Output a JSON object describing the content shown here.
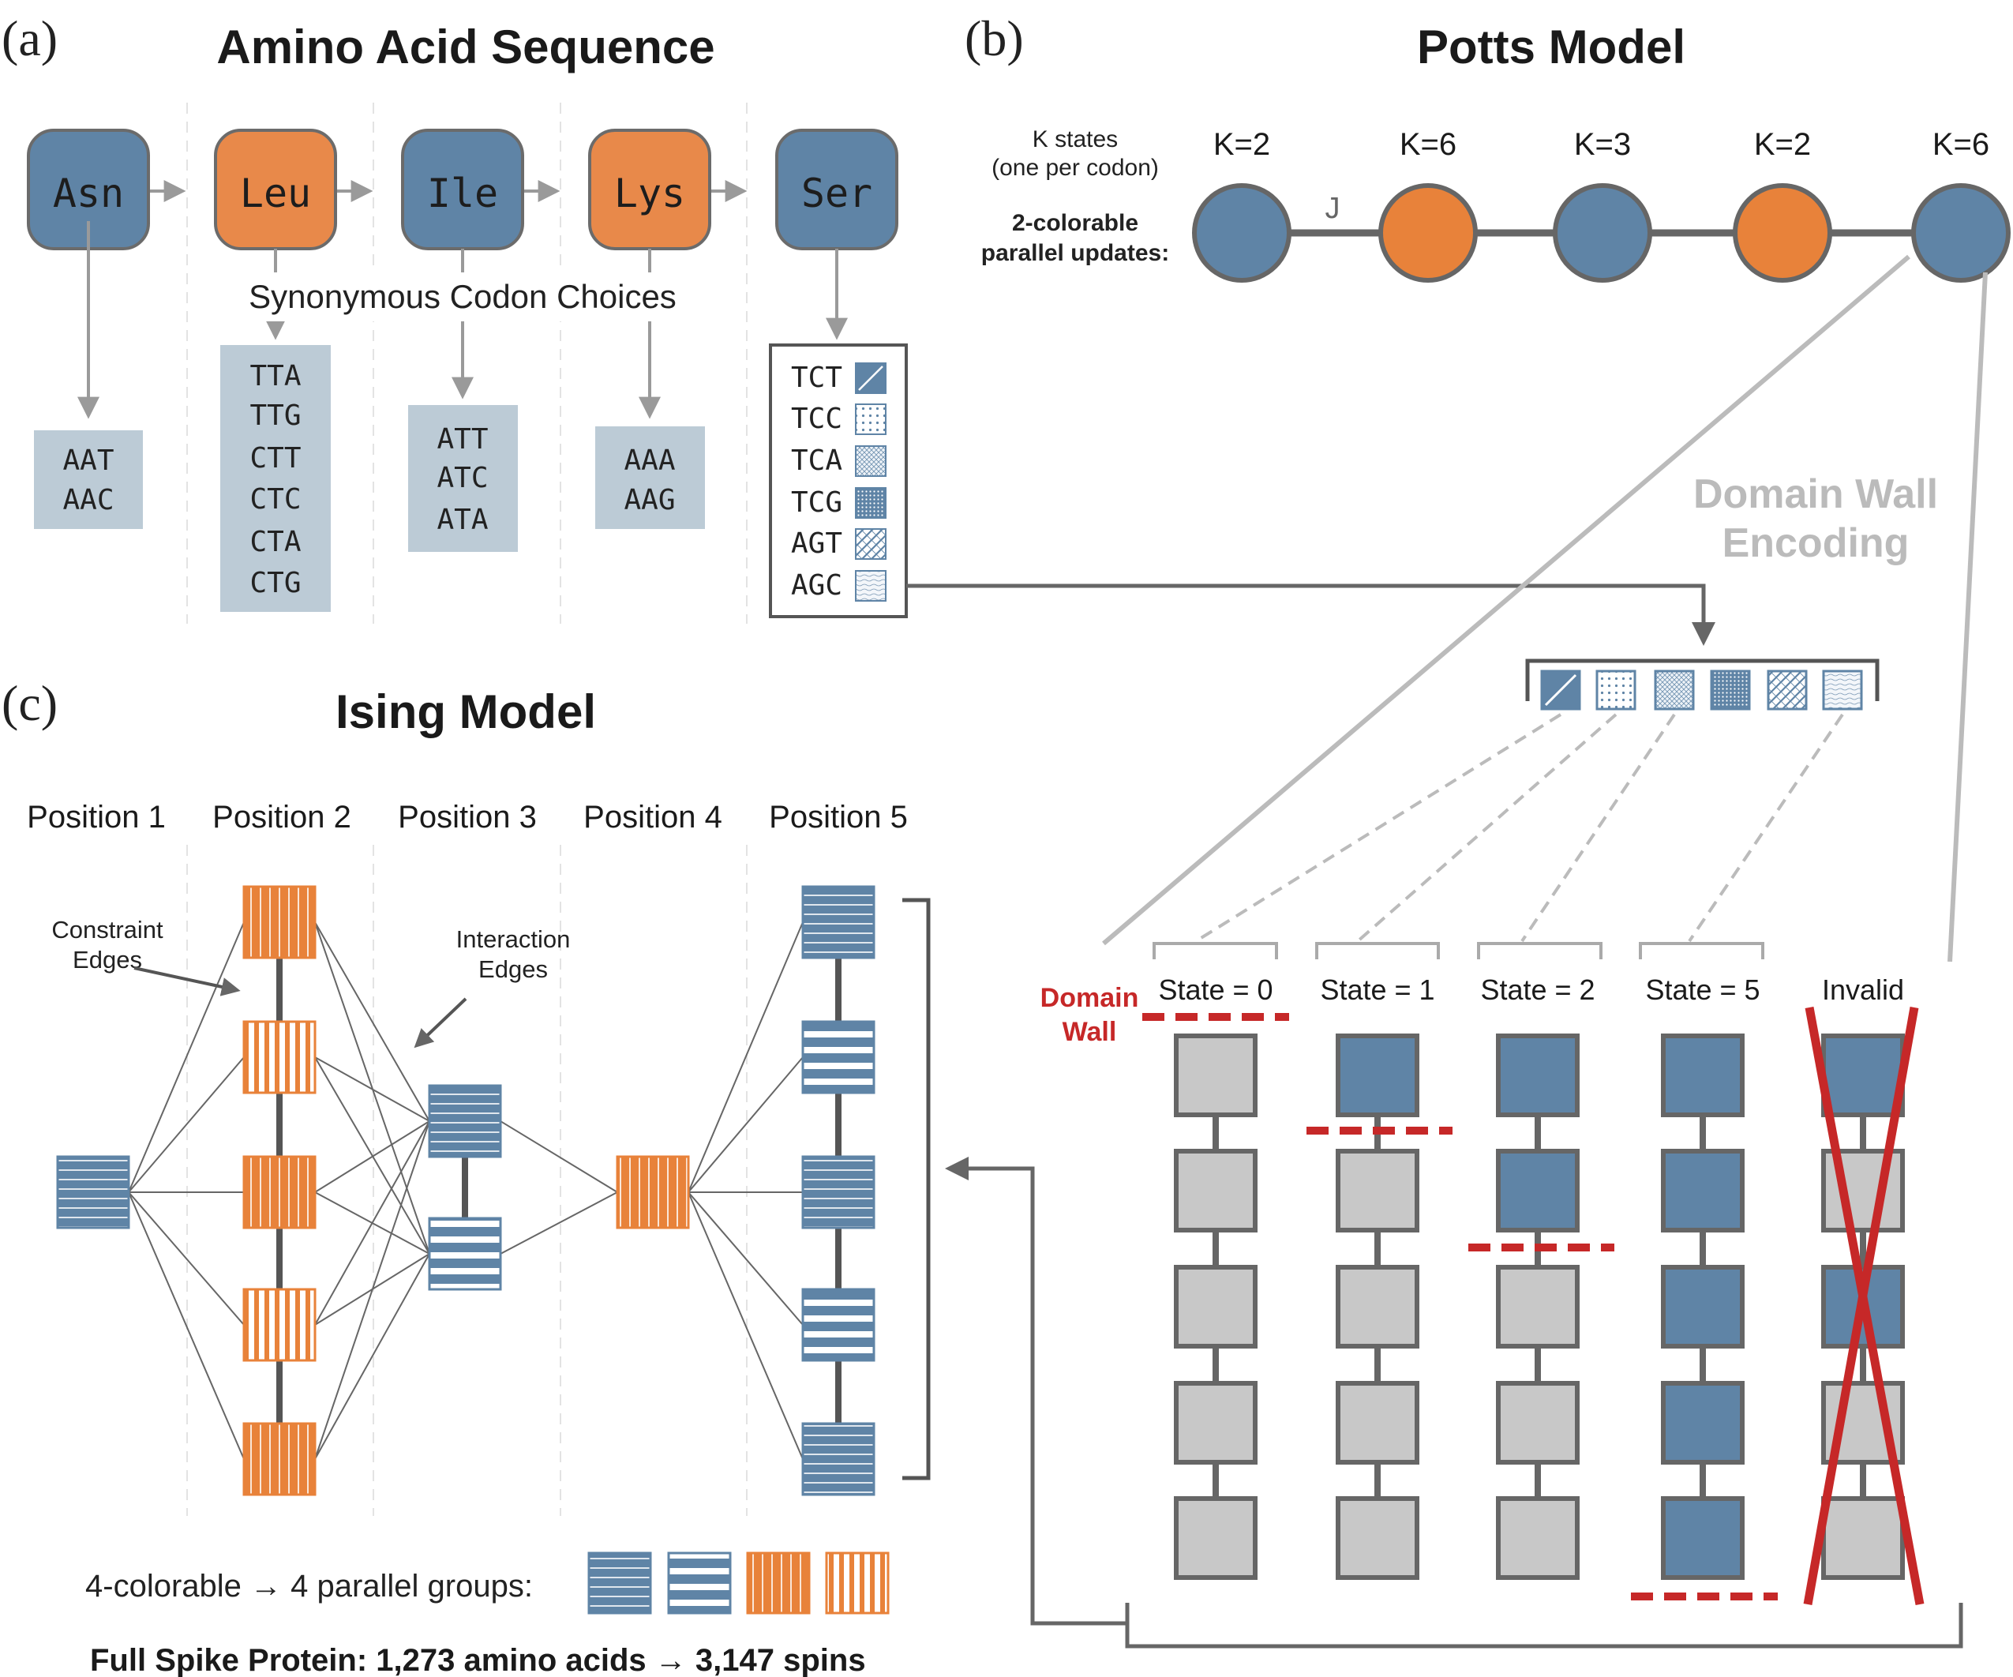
{
  "panel_a": {
    "label": "(a)",
    "title": "Amino Acid Sequence",
    "amino_acids": [
      {
        "name": "Asn",
        "codons": [
          "AAT",
          "AAC"
        ]
      },
      {
        "name": "Leu",
        "codons": [
          "TTA",
          "TTG",
          "CTT",
          "CTC",
          "CTA",
          "CTG"
        ]
      },
      {
        "name": "Ile",
        "codons": [
          "ATT",
          "ATC",
          "ATA"
        ]
      },
      {
        "name": "Lys",
        "codons": [
          "AAA",
          "AAG"
        ]
      },
      {
        "name": "Ser",
        "codons": [
          "TCT",
          "TCC",
          "TCA",
          "TCG",
          "AGT",
          "AGC"
        ]
      }
    ],
    "synonymous_label": "Synonymous Codon Choices"
  },
  "panel_b": {
    "label": "(b)",
    "title": "Potts Model",
    "k_states_label_line1": "K states",
    "k_states_label_line2": "(one per codon)",
    "colorable_line1": "2-colorable",
    "colorable_line2": "parallel updates:",
    "k_values": [
      "K=2",
      "K=6",
      "K=3",
      "K=2",
      "K=6"
    ],
    "coupling_label": "J",
    "domain_wall_line1": "Domain Wall",
    "domain_wall_line2": "Encoding",
    "states": [
      "State = 0",
      "State = 1",
      "State = 2",
      "State = 5",
      "Invalid"
    ],
    "domain_wall_tag_line1": "Domain",
    "domain_wall_tag_line2": "Wall"
  },
  "panel_c": {
    "label": "(c)",
    "title": "Ising Model",
    "positions": [
      "Position 1",
      "Position 2",
      "Position 3",
      "Position 4",
      "Position 5"
    ],
    "constraint_line1": "Constraint",
    "constraint_line2": "Edges",
    "interaction_line1": "Interaction",
    "interaction_line2": "Edges",
    "colorable_text": "4-colorable → 4 parallel groups:",
    "spike_text": "Full Spike Protein: 1,273 amino acids → 3,147 spins"
  },
  "colors": {
    "blue": "#5f84a6",
    "orange": "#e8823a",
    "codon_box": "#bccbd6",
    "gray_spin": "#c8c8c8",
    "dark": "#666666",
    "light_gray": "#bbbbbb",
    "red": "#c62828"
  }
}
